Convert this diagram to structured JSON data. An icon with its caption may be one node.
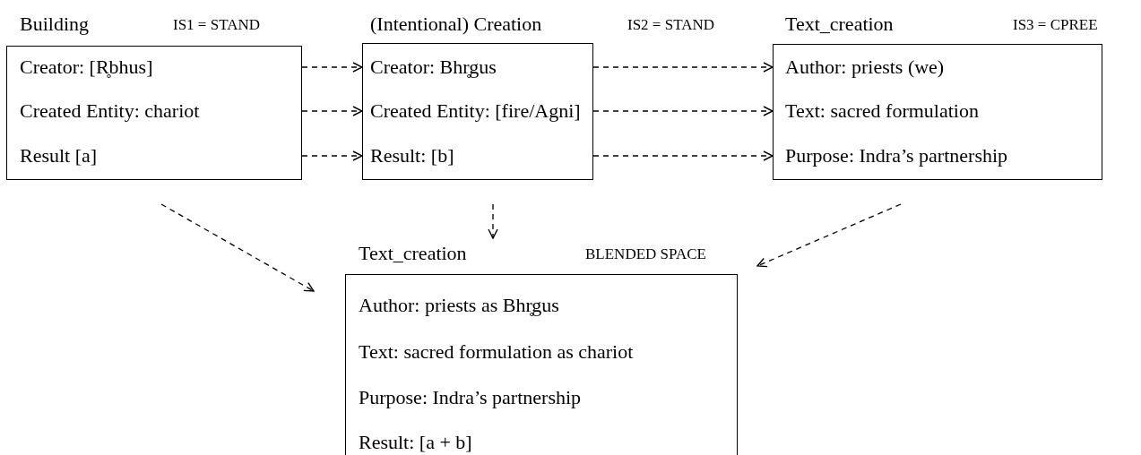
{
  "diagram": {
    "nodes": [
      {
        "text": [
          "Building",
          "Creator: [R̥bhus]",
          "Created Entity: chariot",
          "Result [a]"
        ],
        "beside": [
          "IS1 = STAND"
        ]
      },
      {
        "text": [
          "(Intentional) Creation",
          "Creator: Bhr̥gus",
          "Created Entity: [fire/Agni]",
          "Result: [b]"
        ],
        "beside": [
          "IS2 = STAND"
        ]
      },
      {
        "text": [
          "Text_creation",
          "Author: priests (we)",
          "Text: sacred formulation",
          "Purpose: Indra’s partnership"
        ],
        "beside": [
          "IS3 = CPREE"
        ]
      },
      {
        "text": [
          "Text_creation",
          "Author: priests as Bhr̥gus",
          "Text: sacred formulation as chariot",
          "Purpose: Indra’s partnership",
          "Result: [a + b]"
        ],
        "beside": [
          "BLENDED SPACE"
        ]
      }
    ],
    "edges": [
      {
        "from": 0,
        "to": 1,
        "arrow": "to",
        "style": "dashed"
      },
      {
        "from": 0,
        "to": 1,
        "arrow": "to",
        "style": "dashed"
      },
      {
        "from": 0,
        "to": 1,
        "arrow": "to",
        "style": "dashed"
      },
      {
        "from": 1,
        "to": 2,
        "arrow": "to",
        "style": "dashed"
      },
      {
        "from": 1,
        "to": 2,
        "arrow": "to",
        "style": "dashed"
      },
      {
        "from": 1,
        "to": 2,
        "arrow": "to",
        "style": "dashed"
      },
      {
        "from": 0,
        "to": 3,
        "arrow": "to",
        "style": "dashed"
      },
      {
        "from": 1,
        "to": 3,
        "arrow": "to",
        "style": "dashed"
      },
      {
        "from": 2,
        "to": 3,
        "arrow": "to",
        "style": "dashed"
      }
    ]
  }
}
